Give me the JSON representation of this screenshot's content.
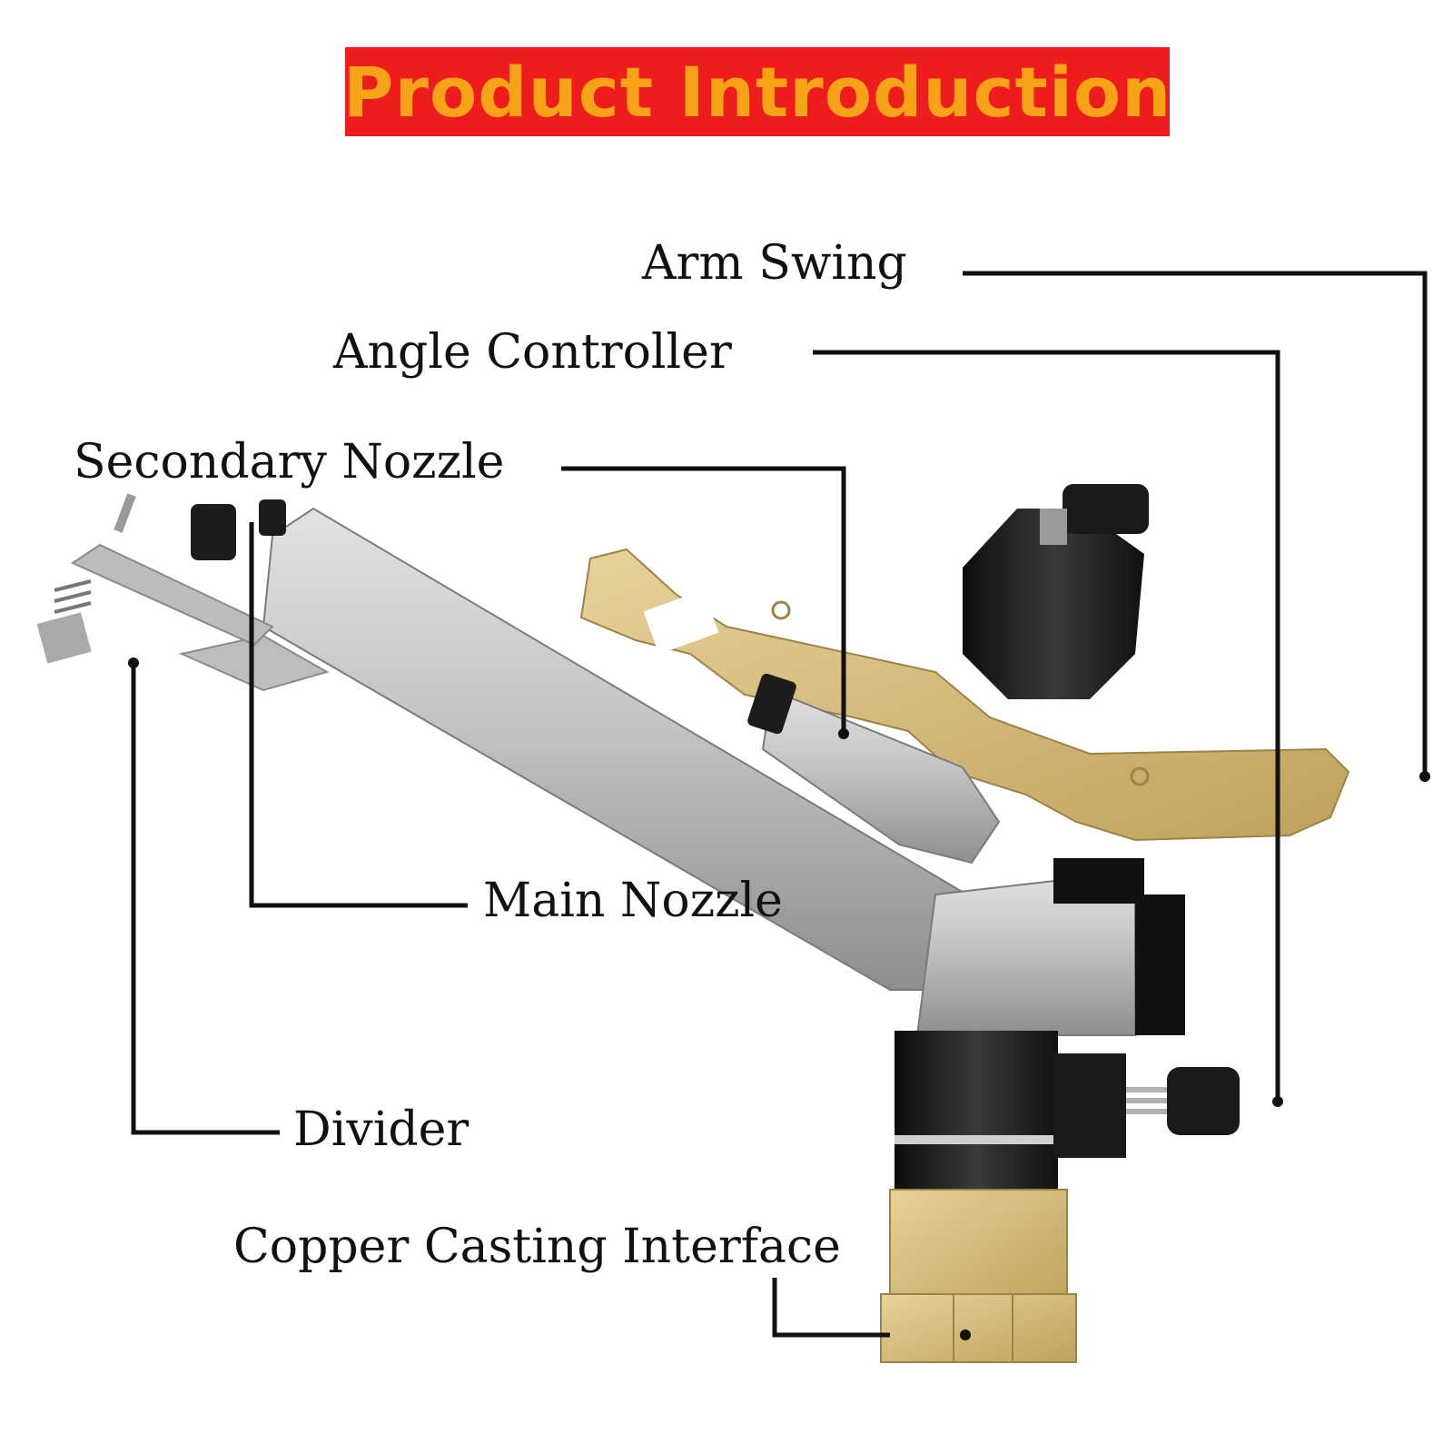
{
  "title": "Product Introduction",
  "colors": {
    "banner": "#ee1c1c",
    "title_text": "#f7a318",
    "silver": "#b9b9b9",
    "brass": "#d6bd7c",
    "black_part": "#1c1c1c",
    "leader_line": "#111111"
  },
  "labels": {
    "arm_swing": "Arm Swing",
    "angle_controller": "Angle Controller",
    "secondary_nozzle": "Secondary Nozzle",
    "main_nozzle": "Main Nozzle",
    "divider": "Divider",
    "copper_casting_interface": "Copper Casting Interface"
  }
}
